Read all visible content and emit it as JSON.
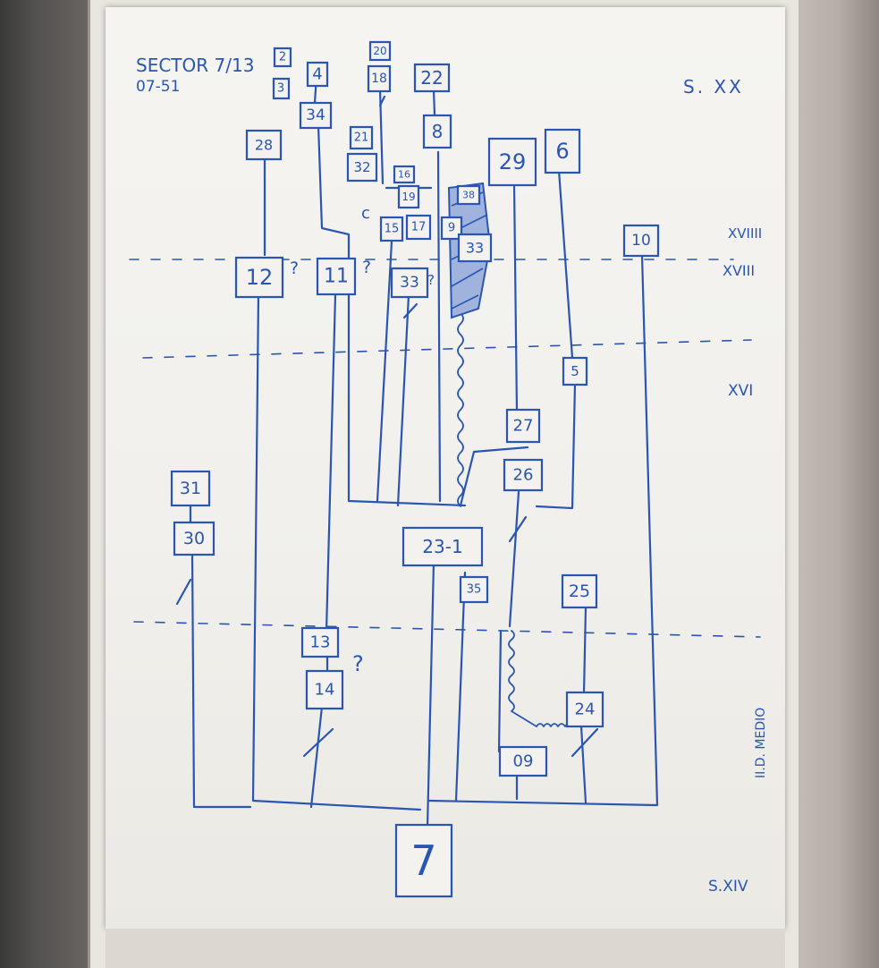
{
  "header": {
    "sector": "SECTOR 7/13",
    "code": "07-51",
    "top_century": "S. XX",
    "bottom_century": "S.XIV"
  },
  "periods": {
    "p1": "XVIIII",
    "p2": "XVIII",
    "p3": "XVI",
    "p4": "II.D. MEDIO"
  },
  "units": {
    "u2": "2",
    "u3": "3",
    "u4": "4",
    "u34": "34",
    "u20": "20",
    "u18": "18",
    "u22": "22",
    "u8": "8",
    "u21": "21",
    "u32": "32",
    "u28": "28",
    "u29": "29",
    "u6": "6",
    "u16": "16",
    "u19": "19",
    "u15": "15",
    "u17": "17",
    "u9b": "9",
    "u38": "38",
    "u33b": "33",
    "u10": "10",
    "u12": "12",
    "u11": "11",
    "u33": "33",
    "u5": "5",
    "u27": "27",
    "u26": "26",
    "u31": "31",
    "u30": "30",
    "u23": "23-1",
    "u35": "35",
    "u25": "25",
    "u13": "13",
    "u14": "14",
    "u24": "24",
    "u09": "09",
    "u7": "7"
  },
  "marks": {
    "q1": "?",
    "q2": "?",
    "q3": "?",
    "q4": "?",
    "c": "c"
  },
  "colors": {
    "ink": "#2a55b0",
    "paper": "#f3f2ee"
  }
}
